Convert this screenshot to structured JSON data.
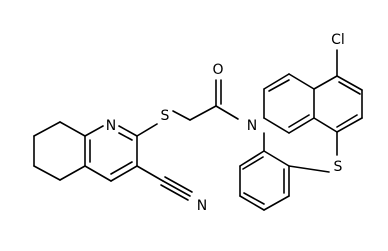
{
  "structure": {
    "atoms": {
      "n_quinoline": "N",
      "s_thioether": "S",
      "o_carbonyl": "O",
      "cl": "Cl",
      "n_phenothiazine": "N",
      "s_phenothiazine": "S",
      "n_nitrile": "N"
    },
    "colors": {
      "bond": "#000000",
      "label": "#000000",
      "background": "#ffffff"
    }
  }
}
